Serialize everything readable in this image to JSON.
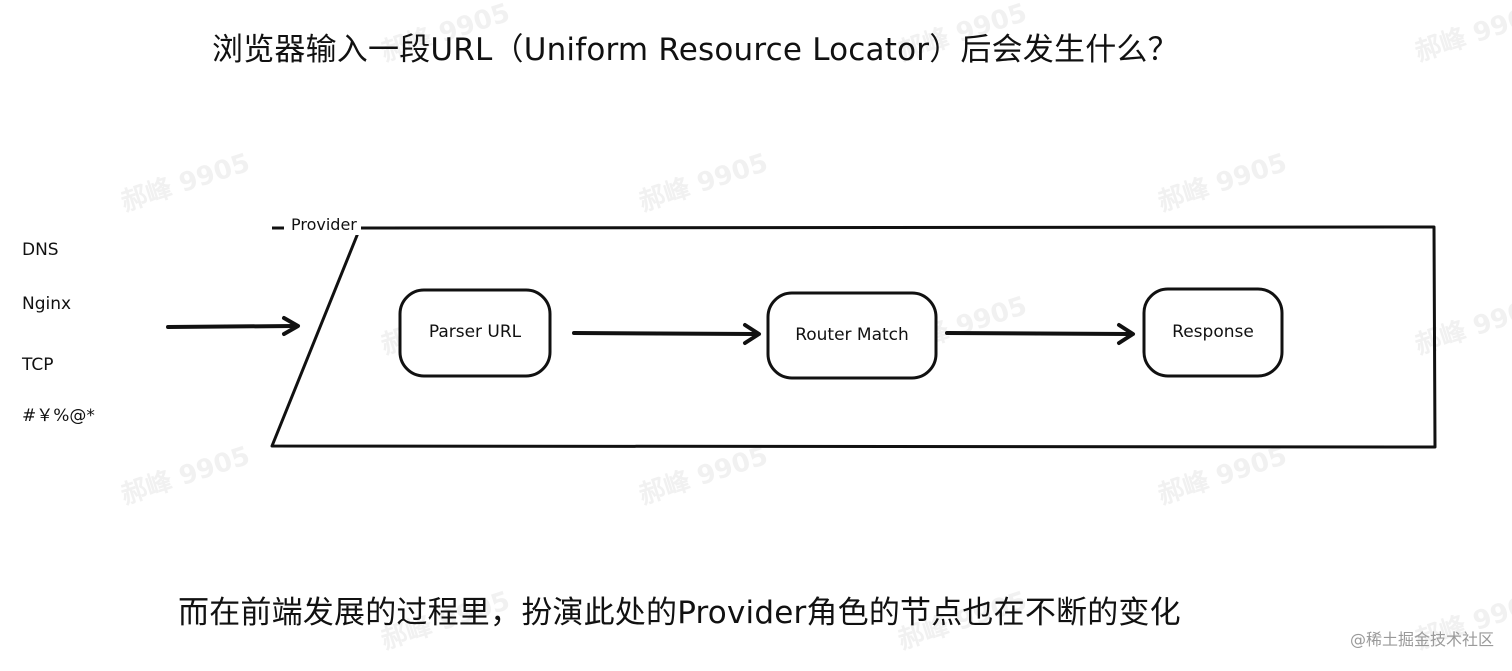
{
  "title": "浏览器输入一段URL（Uniform Resource Locator）后会发生什么？",
  "subtitle": "而在前端发展的过程里，扮演此处的Provider角色的节点也在不断的变化",
  "side_labels": [
    "DNS",
    "Nginx",
    "TCP",
    "#￥%@*"
  ],
  "provider": {
    "label": "Provider",
    "nodes": [
      "Parser URL",
      "Router Match",
      "Response"
    ]
  },
  "watermark": "郝峰 9905",
  "credit": "@稀土掘金技术社区",
  "colors": {
    "stroke": "#111111",
    "background": "#ffffff",
    "watermark": "#bebebe"
  }
}
